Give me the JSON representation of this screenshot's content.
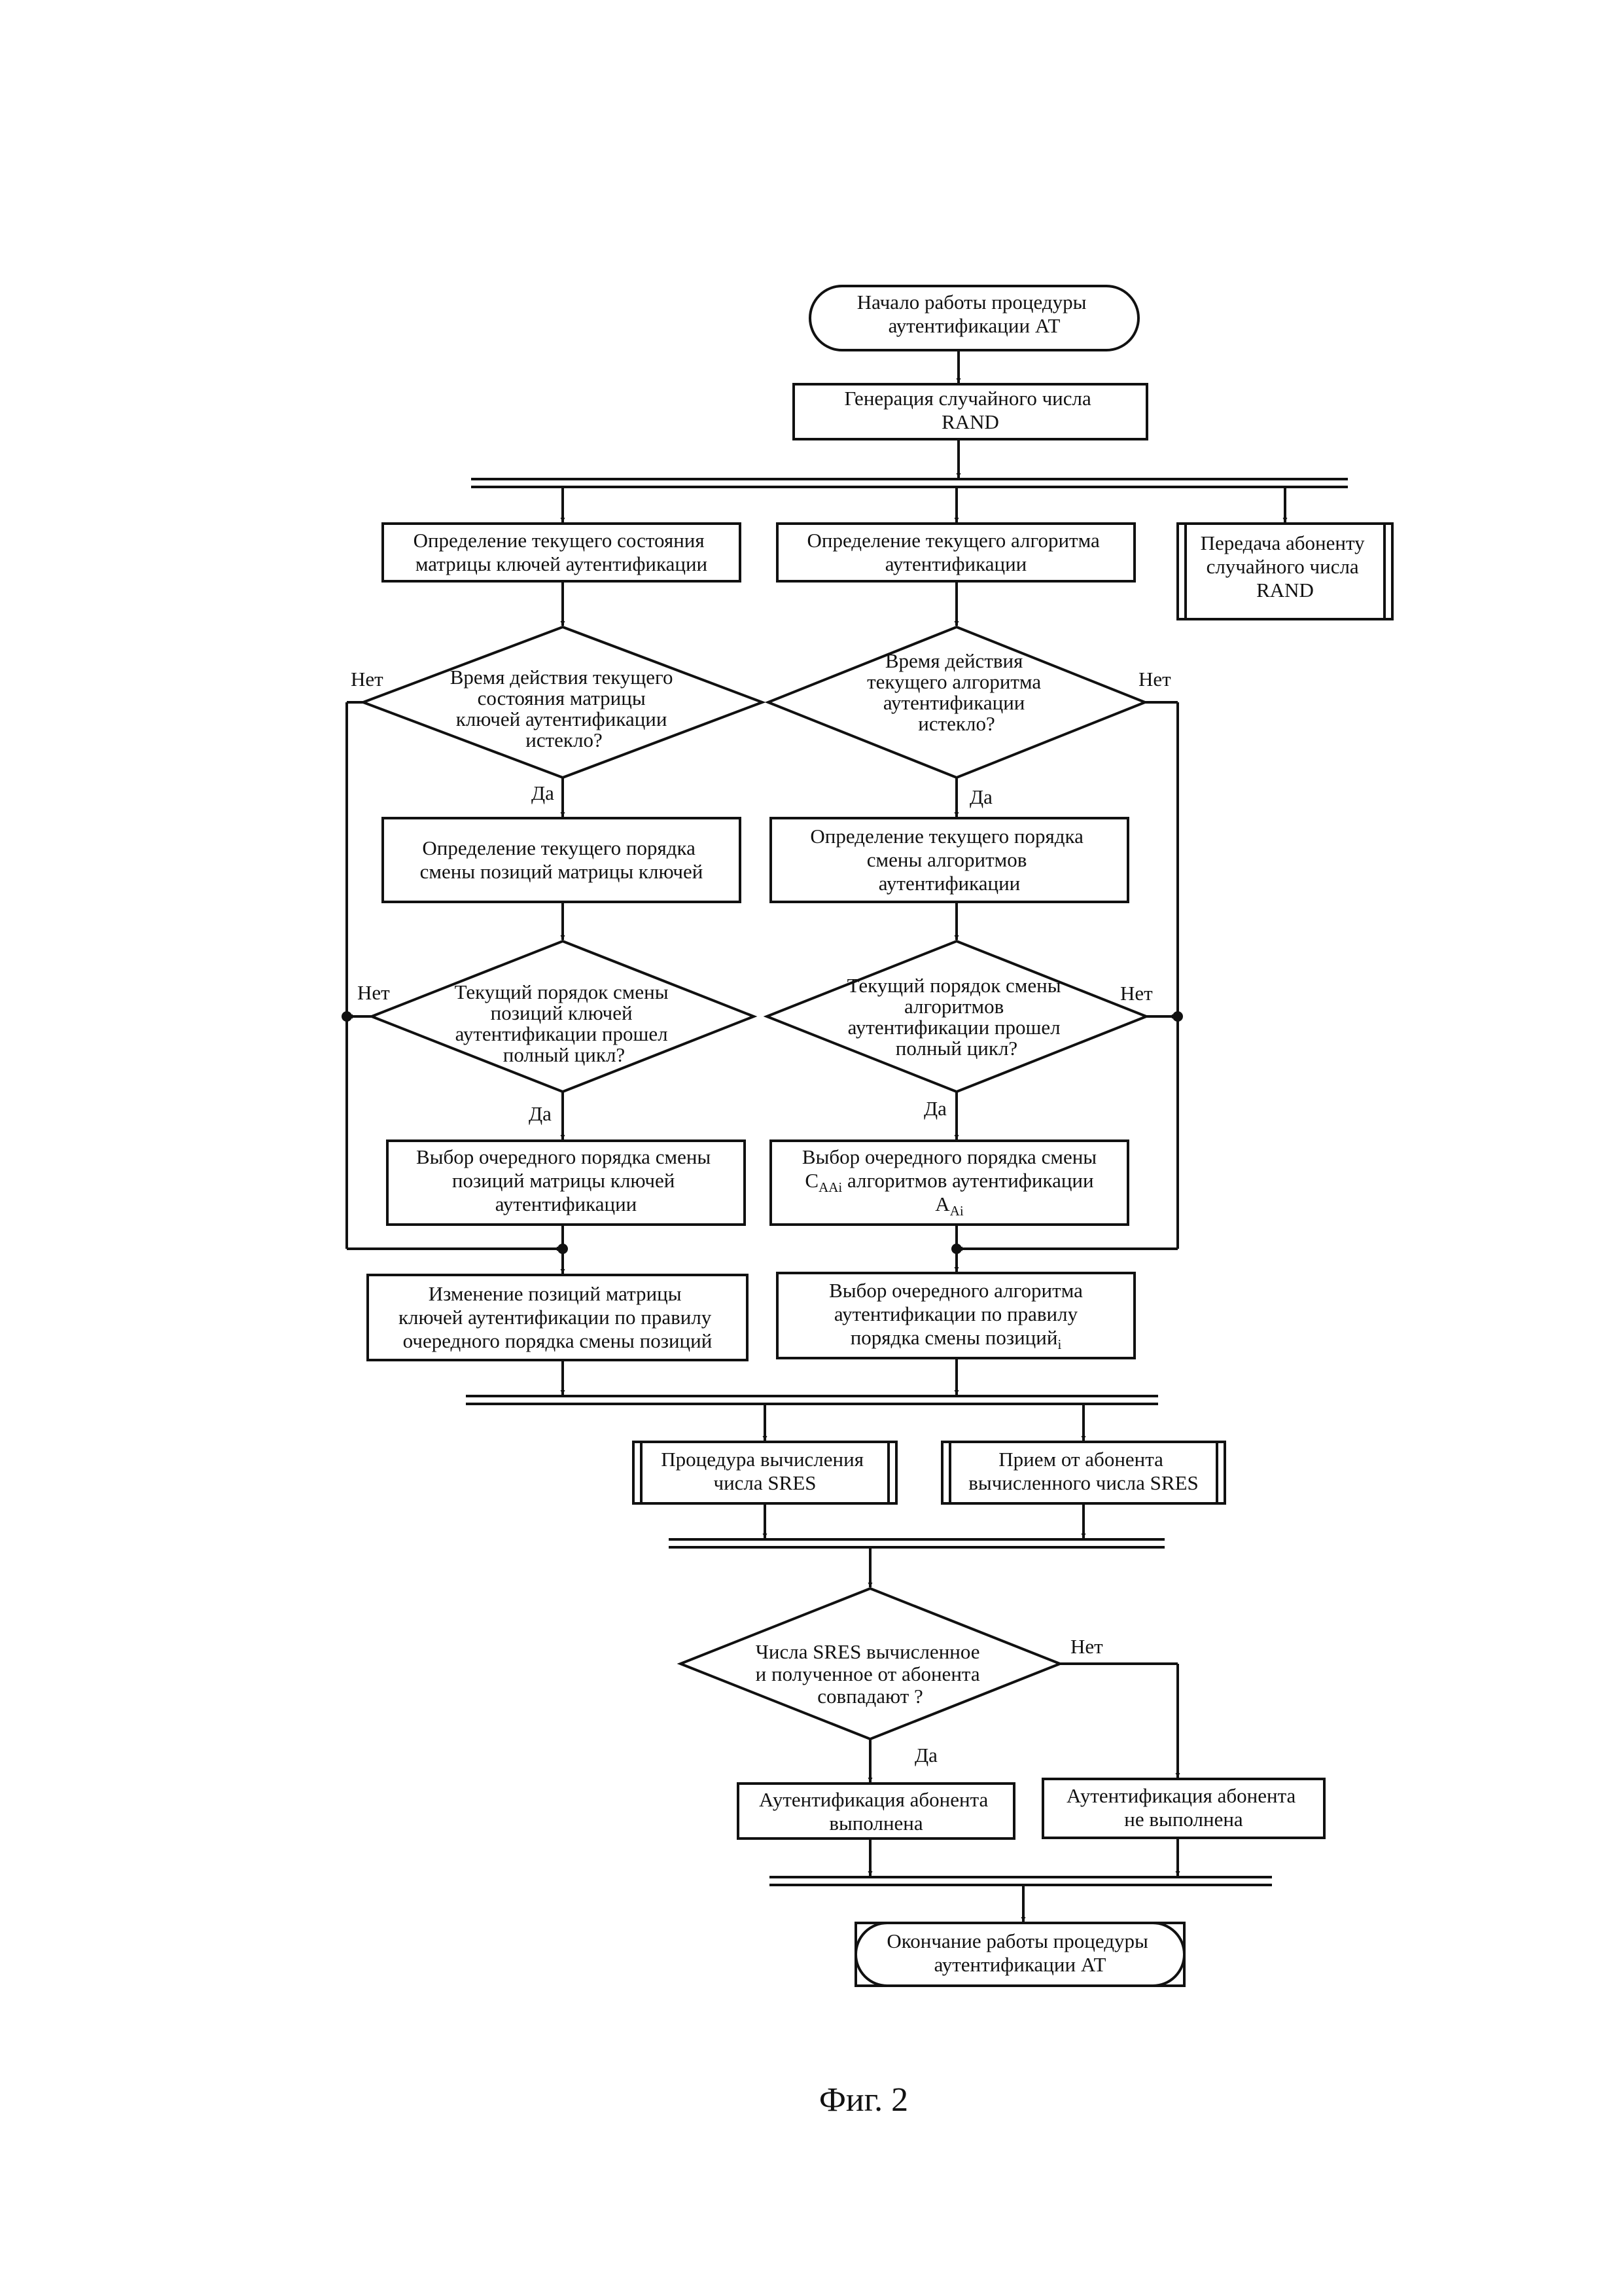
{
  "flowchart": {
    "start": [
      "Начало работы процедуры",
      "аутентификации АТ"
    ],
    "gen_rand": [
      "Генерация случайного числа",
      "RAND"
    ],
    "det_key_state": [
      "Определение текущего состояния",
      "матрицы ключей аутентификации"
    ],
    "det_algorithm": [
      "Определение текущего алгоритма",
      "аутентификации"
    ],
    "send_rand": [
      "Передача абоненту",
      "случайного числа",
      "RAND"
    ],
    "q_key_time": [
      "Время действия текущего",
      "состояния матрицы",
      "ключей аутентификации",
      "истекло?"
    ],
    "q_alg_time": [
      "Время действия",
      "текущего алгоритма",
      "аутентификации",
      "истекло?"
    ],
    "det_key_order": [
      "Определение текущего порядка",
      "смены позиций матрицы ключей"
    ],
    "det_alg_order": [
      "Определение текущего порядка",
      "смены алгоритмов",
      "аутентификации"
    ],
    "q_key_cycle": [
      "Текущий порядок смены",
      "позиций ключей",
      "аутентификации прошел",
      "полный цикл?"
    ],
    "q_alg_cycle": [
      "Текущий порядок смены",
      "алгоритмов",
      "аутентификации прошел",
      "полный цикл?"
    ],
    "sel_key_order": [
      "Выбор очередного порядка смены",
      "позиций  матрицы ключей",
      "аутентификации"
    ],
    "sel_alg_order_l1": "Выбор очередного порядка смены",
    "sel_alg_order_l2_c": "C",
    "sel_alg_order_l2_sub": "AAi",
    "sel_alg_order_l2_rest": " алгоритмов аутентификации",
    "sel_alg_order_l3_a": "A",
    "sel_alg_order_l3_sub": "Ai",
    "change_key_pos": [
      "Изменение позиций матрицы",
      "ключей аутентификации по правилу",
      "очередного порядка смены позиций"
    ],
    "sel_next_alg_l1": "Выбор очередного алгоритма",
    "sel_next_alg_l2": "аутентификации   по правилу",
    "sel_next_alg_l3": "порядка смены позиций",
    "sel_next_alg_l3_sub": "i",
    "calc_sres": [
      "Процедура  вычисления",
      "числа SRES"
    ],
    "recv_sres": [
      "Прием от абонента",
      "вычисленного числа SRES"
    ],
    "q_sres_match": [
      "Числа  SRES вычисленное",
      "и полученное от абонента",
      "совпадают ?"
    ],
    "auth_ok": [
      "Аутентификация абонента",
      "выполнена"
    ],
    "auth_fail": [
      "Аутентификация абонента",
      "не выполнена"
    ],
    "end": [
      "Окончание работы процедуры",
      "аутентификации АТ"
    ],
    "yes": "Да",
    "no": "Нет"
  },
  "caption": "Фиг. 2"
}
